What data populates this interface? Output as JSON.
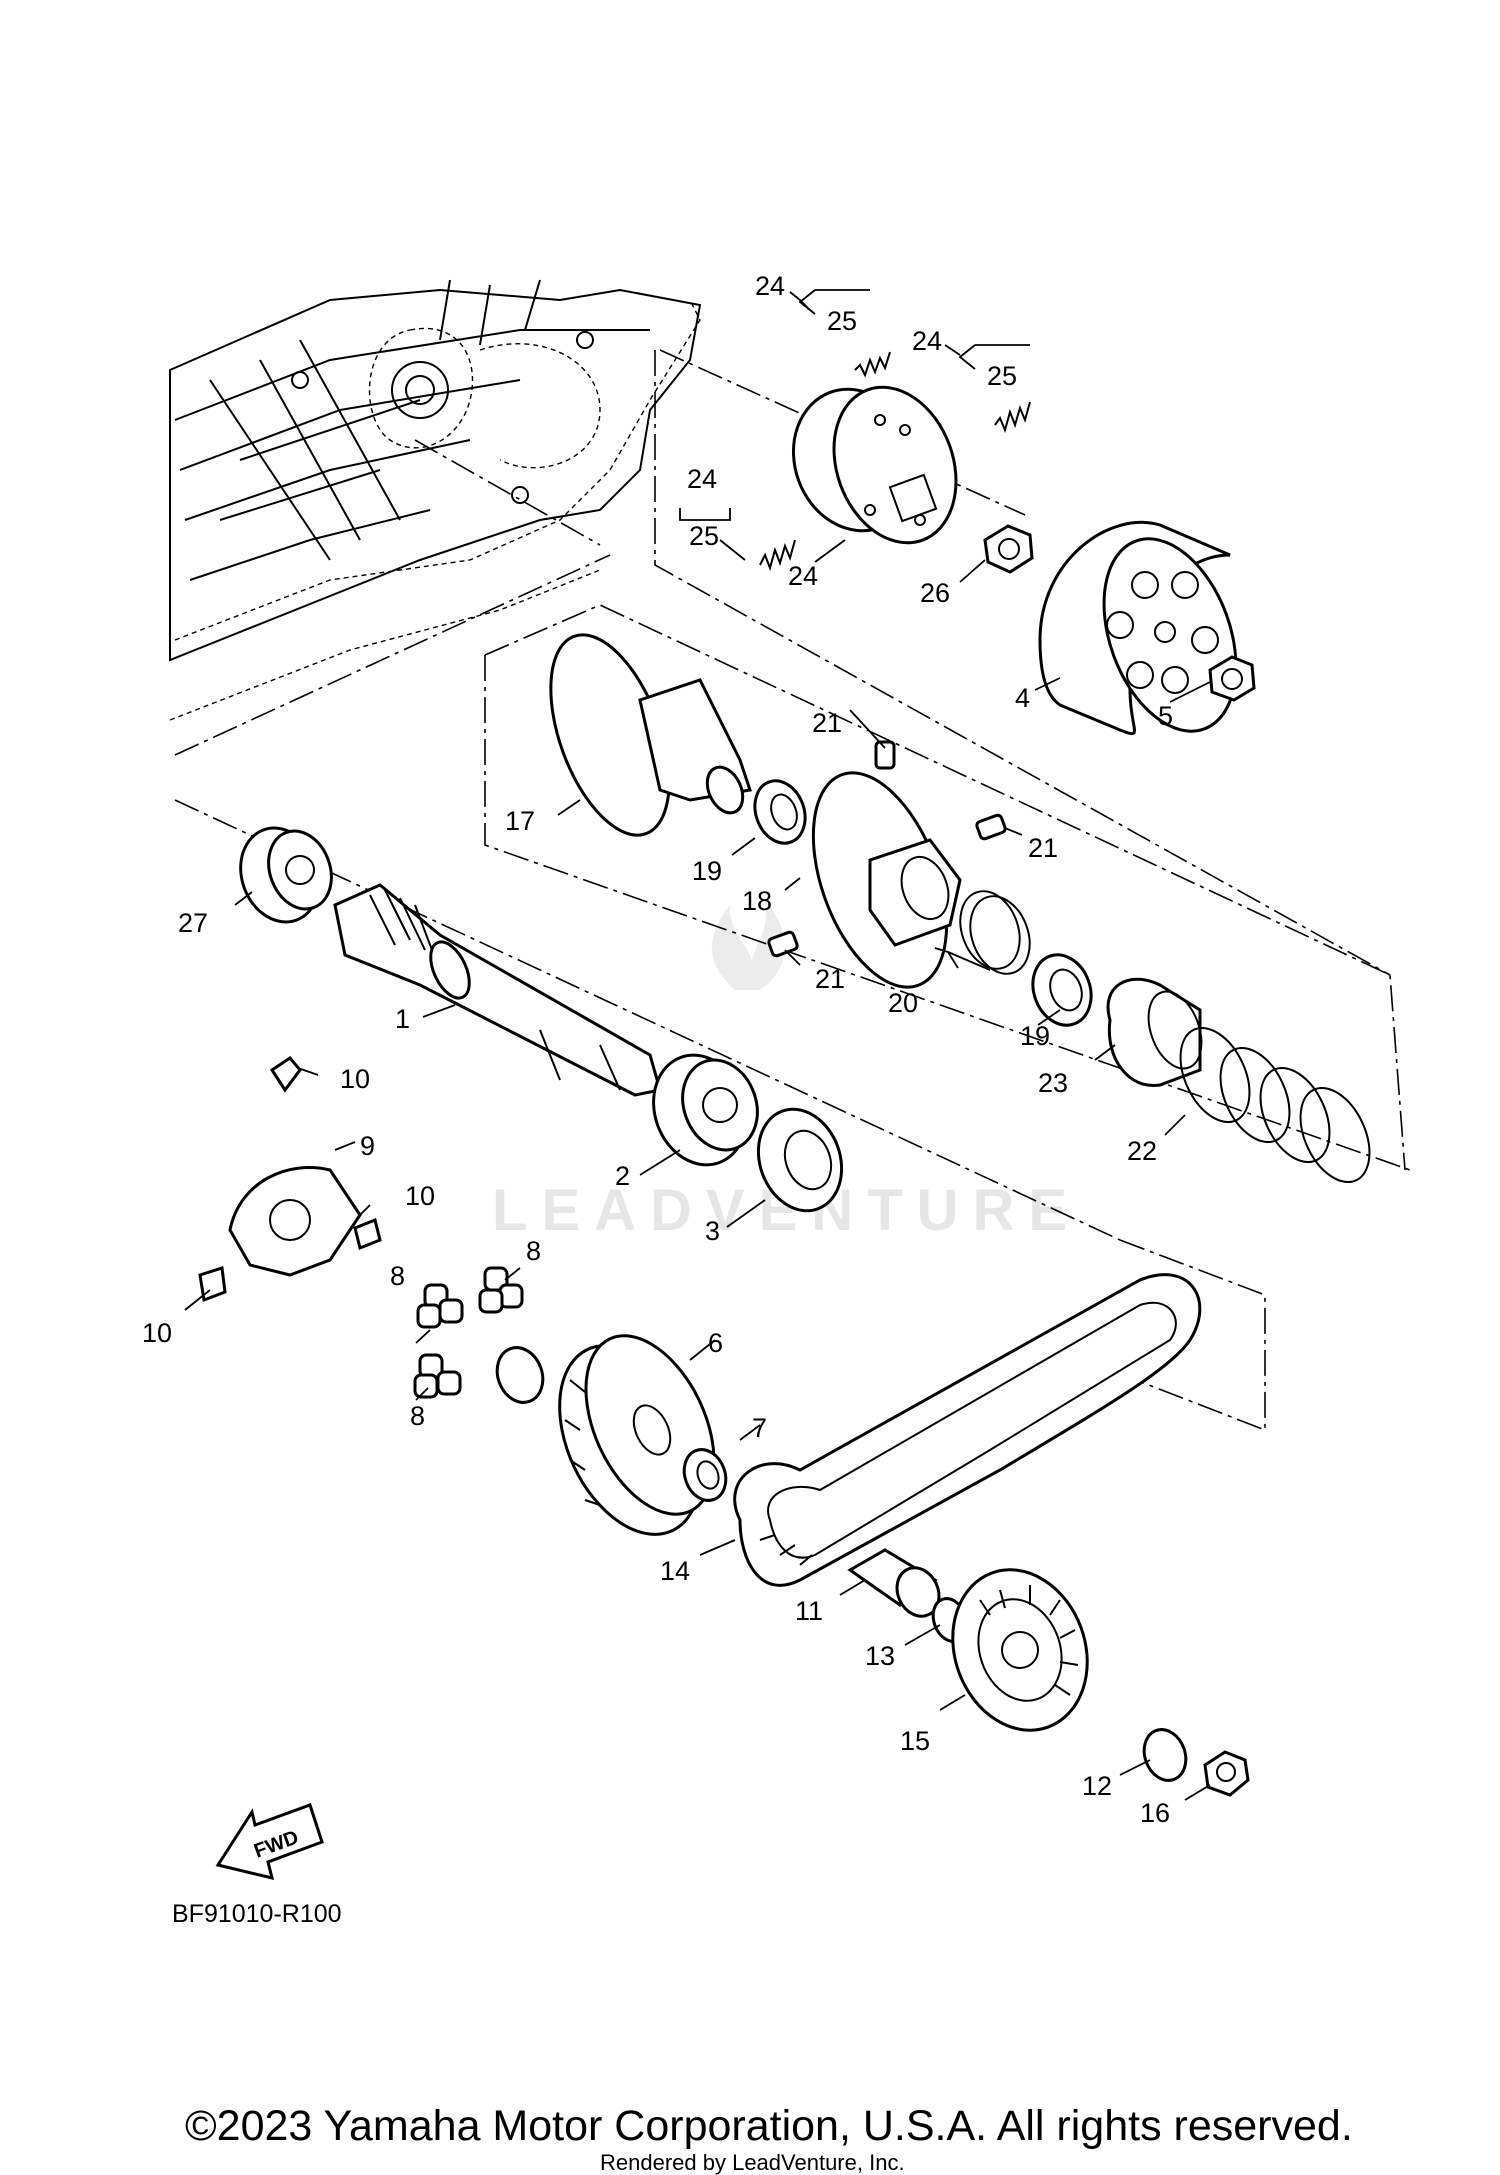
{
  "diagram_code": "BF91010-R100",
  "fwd_label": "FWD",
  "watermark": "LEADVENTURE",
  "copyright": "©2023 Yamaha Motor Corporation, U.S.A. All rights reserved.",
  "render_credit": "Rendered by LeadVenture, Inc.",
  "callouts": {
    "p1": "1",
    "p2": "2",
    "p3": "3",
    "p4": "4",
    "p5": "5",
    "p6": "6",
    "p7": "7",
    "p8a": "8",
    "p8b": "8",
    "p8c": "8",
    "p9": "9",
    "p10a": "10",
    "p10b": "10",
    "p10c": "10",
    "p11": "11",
    "p12": "12",
    "p13": "13",
    "p14": "14",
    "p15": "15",
    "p16": "16",
    "p17": "17",
    "p18": "18",
    "p19a": "19",
    "p19b": "19",
    "p20": "20",
    "p21a": "21",
    "p21b": "21",
    "p21c": "21",
    "p22": "22",
    "p23": "23",
    "p24a": "24",
    "p24b": "24",
    "p24c": "24",
    "p24d": "24",
    "p25a": "25",
    "p25b": "25",
    "p25c": "25",
    "p26": "26",
    "p27": "27"
  }
}
